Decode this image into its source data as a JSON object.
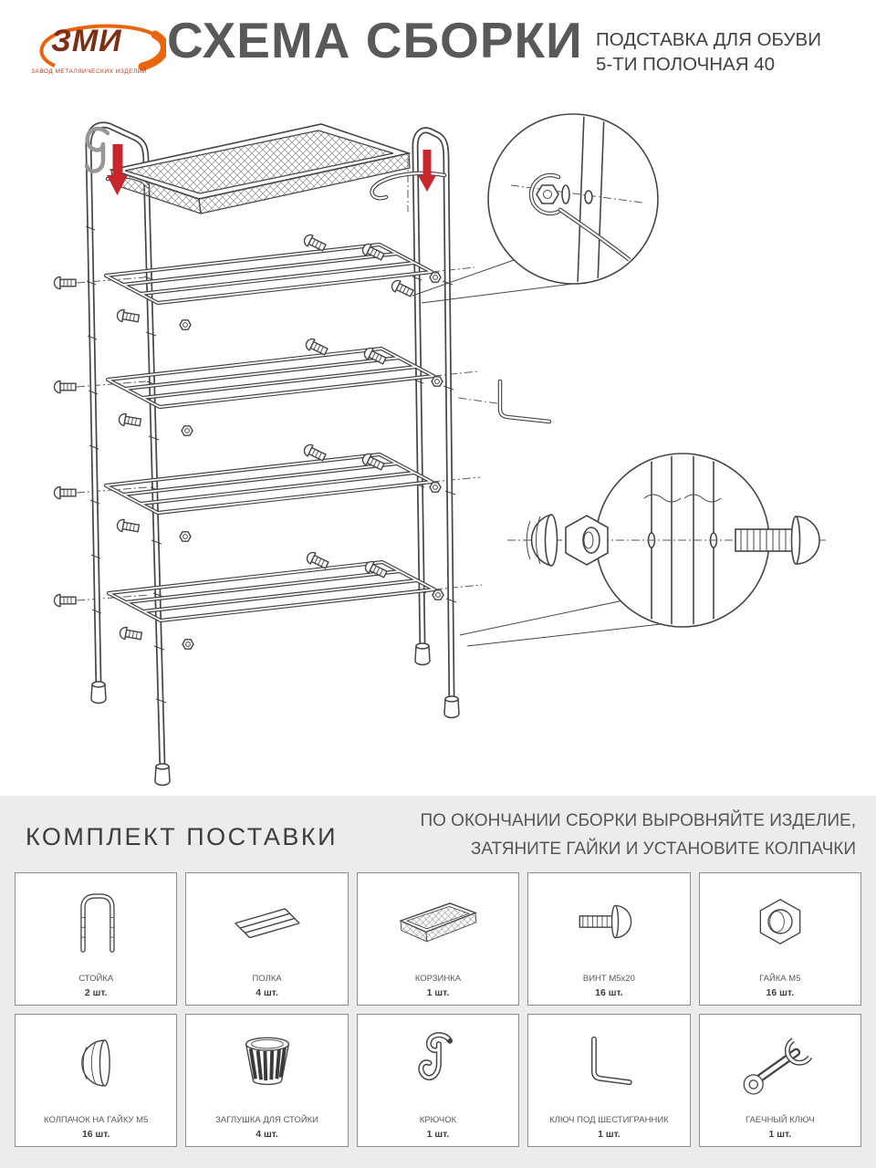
{
  "colors": {
    "brand_orange": "#e8650e",
    "logo_brown": "#7d2e14",
    "arrow_red": "#c9252c",
    "line_gray": "#454545",
    "title_gray": "#58595b",
    "footer_bg": "#ececec"
  },
  "header": {
    "logo": {
      "brand": "ЗМИ",
      "tagline": "ЗАВОД МЕТАЛЛИЧЕСКИХ ИЗДЕЛИЙ"
    },
    "title": "СХЕМА СБОРКИ",
    "product_line1": "ПОДСТАВКА ДЛЯ ОБУВИ",
    "product_line2": "5-ТИ ПОЛОЧНАЯ 40"
  },
  "diagram": {
    "icons": [
      "s-hook-icon",
      "red-down-arrow-icon",
      "callout-bolt-wrench-icon",
      "callout-cap-nut-bolt-icon",
      "hex-key-icon"
    ]
  },
  "kit": {
    "title": "КОМПЛЕКТ ПОСТАВКИ",
    "note_line1": "ПО ОКОНЧАНИИ СБОРКИ ВЫРОВНЯЙТЕ ИЗДЕЛИЕ,",
    "note_line2": "ЗАТЯНИТЕ ГАЙКИ И УСТАНОВИТЕ КОЛПАЧКИ",
    "parts": [
      {
        "name": "СТОЙКА",
        "qty": "2 шт.",
        "icon": "stand-icon"
      },
      {
        "name": "ПОЛКА",
        "qty": "4 шт.",
        "icon": "shelf-icon"
      },
      {
        "name": "КОРЗИНКА",
        "qty": "1 шт.",
        "icon": "basket-icon"
      },
      {
        "name": "ВИНТ М5х20",
        "qty": "16 шт.",
        "icon": "screw-icon"
      },
      {
        "name": "ГАЙКА М5",
        "qty": "16 шт.",
        "icon": "nut-icon"
      },
      {
        "name": "КОЛПАЧОК НА ГАЙКУ М5",
        "qty": "16 шт.",
        "icon": "cap-icon"
      },
      {
        "name": "ЗАГЛУШКА ДЛЯ СТОЙКИ",
        "qty": "4 шт.",
        "icon": "plug-icon"
      },
      {
        "name": "КРЮЧОК",
        "qty": "1 шт.",
        "icon": "hook-icon"
      },
      {
        "name": "КЛЮЧ ПОД ШЕСТИГРАННИК",
        "qty": "1 шт.",
        "icon": "hex-key-icon"
      },
      {
        "name": "ГАЕЧНЫЙ КЛЮЧ",
        "qty": "1 шт.",
        "icon": "wrench-icon"
      }
    ]
  }
}
